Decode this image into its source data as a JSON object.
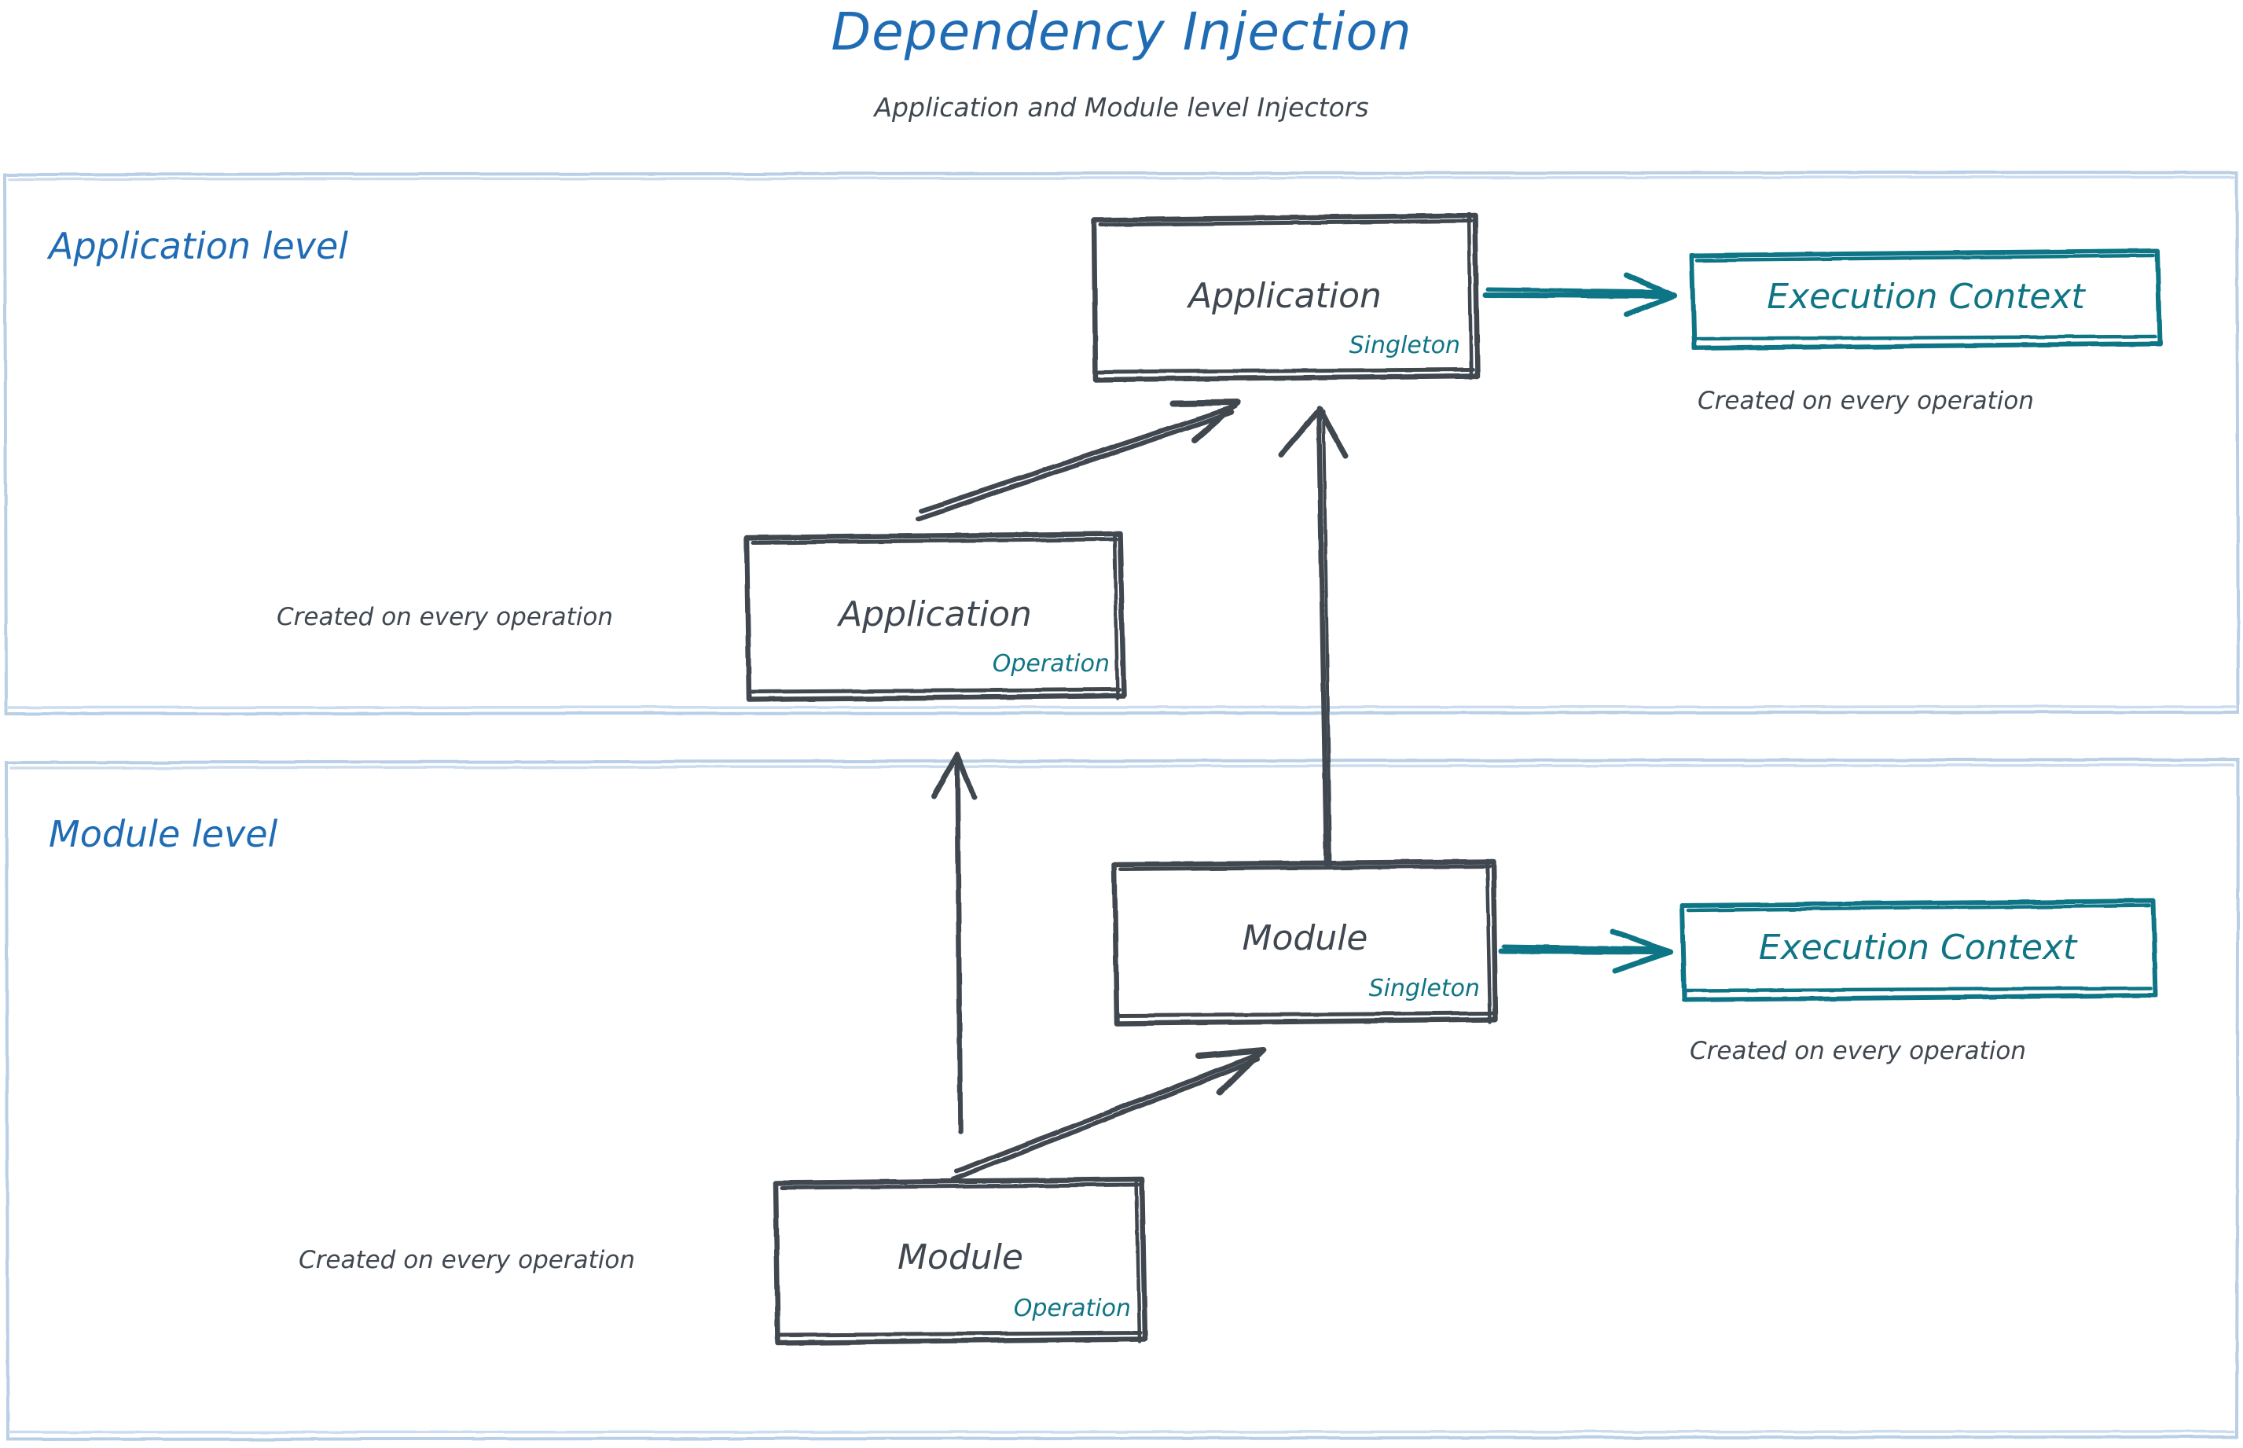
{
  "header": {
    "title": "Dependency Injection",
    "subtitle": "Application and Module level Injectors"
  },
  "colors": {
    "title_blue": "#1f6cb4",
    "section_border": "#b9cfe6",
    "ink_grey": "#3f4750",
    "teal": "#0f7585",
    "background": "#ffffff"
  },
  "sections": [
    {
      "name": "application-level",
      "label": "Application level"
    },
    {
      "name": "module-level",
      "label": "Module level"
    }
  ],
  "nodes": {
    "application_singleton": {
      "title": "Application",
      "scope": "Singleton"
    },
    "application_operation": {
      "title": "Application",
      "scope": "Operation",
      "caption": "Created on every operation"
    },
    "application_execution_context": {
      "title": "Execution Context",
      "caption": "Created on every operation"
    },
    "module_singleton": {
      "title": "Module",
      "scope": "Singleton"
    },
    "module_operation": {
      "title": "Module",
      "scope": "Operation",
      "caption": "Created on every operation"
    },
    "module_execution_context": {
      "title": "Execution Context",
      "caption": "Created on every operation"
    }
  },
  "edges": [
    {
      "name": "app-operation-to-app-singleton",
      "from": "application_operation",
      "to": "application_singleton",
      "style": "solid-arrow"
    },
    {
      "name": "app-singleton-to-execution-context",
      "from": "application_singleton",
      "to": "application_execution_context",
      "style": "teal-arrow"
    },
    {
      "name": "module-singleton-to-app-singleton",
      "from": "module_singleton",
      "to": "application_singleton",
      "style": "solid-arrow"
    },
    {
      "name": "module-operation-to-app-operation",
      "from": "module_operation",
      "to": "application_operation",
      "style": "solid-arrow"
    },
    {
      "name": "module-operation-to-module-singleton",
      "from": "module_operation",
      "to": "module_singleton",
      "style": "solid-arrow"
    },
    {
      "name": "module-singleton-to-execution-context",
      "from": "module_singleton",
      "to": "module_execution_context",
      "style": "teal-arrow"
    }
  ]
}
